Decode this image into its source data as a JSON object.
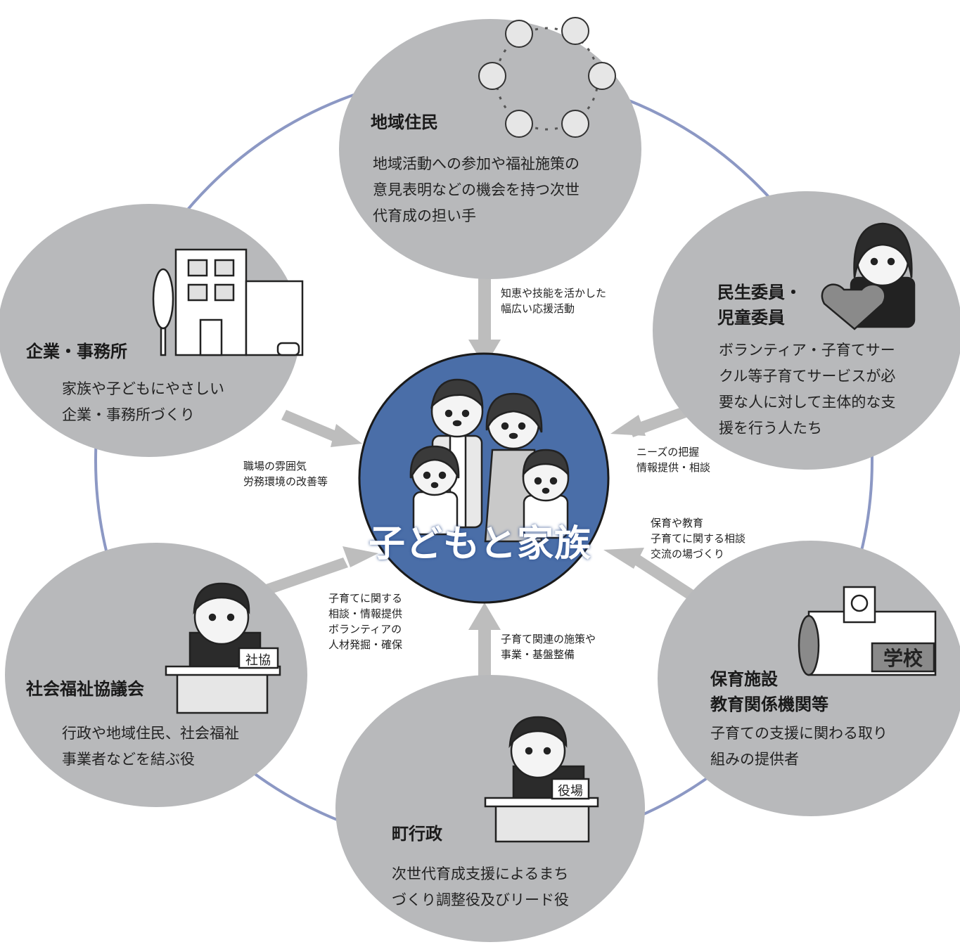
{
  "center": {
    "label": "子どもと家族",
    "color": "#4a6ea8"
  },
  "colors": {
    "node_fill": "#b8b9bb",
    "ring": "#8c98c4",
    "arrow": "#bdbdbd"
  },
  "nodes": {
    "chiiki": {
      "title": "地域住民",
      "desc": [
        "地域活動への参加や福祉施策の",
        "意見表明などの機会を持つ次世",
        "代育成の担い手"
      ],
      "icon": "residents-circle-icon"
    },
    "minsei": {
      "title": [
        "民生委員・",
        "児童委員"
      ],
      "desc": [
        "ボランティア・子育てサー",
        "クル等子育てサービスが必",
        "要な人に対して主体的な支",
        "援を行う人たち"
      ],
      "icon": "heart-volunteer-icon"
    },
    "hoiku": {
      "title": [
        "保育施設",
        "教育関係機関等"
      ],
      "desc": [
        "子育ての支援に関わる取り",
        "組みの提供者"
      ],
      "icon": "school-building-icon",
      "sign": "学校"
    },
    "gyosei": {
      "title": "町行政",
      "desc": [
        "次世代育成支援によるまち",
        "づくり調整役及びリード役"
      ],
      "icon": "town-official-icon",
      "sign": "役場"
    },
    "shakyo": {
      "title": "社会福祉協議会",
      "desc": [
        "行政や地域住民、社会福祉",
        "事業者などを結ぶ役"
      ],
      "icon": "welfare-staff-icon",
      "sign": "社協"
    },
    "kigyo": {
      "title": "企業・事務所",
      "desc": [
        "家族や子どもにやさしい",
        "企業・事務所づくり"
      ],
      "icon": "office-building-icon"
    }
  },
  "arrows": {
    "chiiki": [
      "知恵や技能を活かした",
      "幅広い応援活動"
    ],
    "minsei": [
      "ニーズの把握",
      "情報提供・相談"
    ],
    "hoiku": [
      "保育や教育",
      "子育てに関する相談",
      "交流の場づくり"
    ],
    "gyosei": [
      "子育て関連の施策や",
      "事業・基盤整備"
    ],
    "shakyo": [
      "子育てに関する",
      "相談・情報提供",
      "ボランティアの",
      "人材発掘・確保"
    ],
    "kigyo": [
      "職場の雰囲気",
      "労務環境の改善等"
    ]
  }
}
